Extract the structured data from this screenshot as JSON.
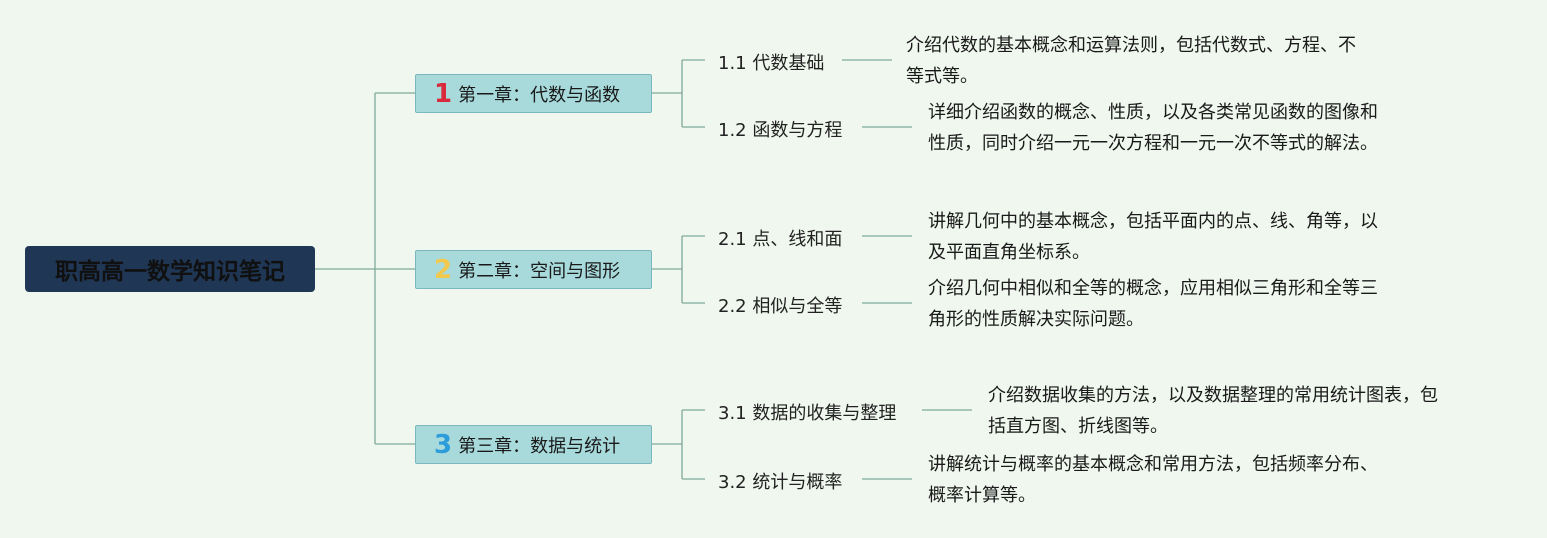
{
  "root": {
    "title": "职高高一数学知识笔记"
  },
  "chapters": [
    {
      "number": "1",
      "number_color": "#d9293c",
      "title": "第一章：代数与函数",
      "sections": [
        {
          "title": "1.1 代数基础",
          "desc": [
            "介绍代数的基本概念和运算法则，包括代数式、方程、不",
            "等式等。"
          ]
        },
        {
          "title": "1.2 函数与方程",
          "desc": [
            "详细介绍函数的概念、性质，以及各类常见函数的图像和",
            "性质，同时介绍一元一次方程和一元一次不等式的解法。"
          ]
        }
      ]
    },
    {
      "number": "2",
      "number_color": "#f2c94c",
      "title": "第二章：空间与图形",
      "sections": [
        {
          "title": "2.1 点、线和面",
          "desc": [
            "讲解几何中的基本概念，包括平面内的点、线、角等，以",
            "及平面直角坐标系。"
          ]
        },
        {
          "title": "2.2 相似与全等",
          "desc": [
            "介绍几何中相似和全等的概念，应用相似三角形和全等三",
            "角形的性质解决实际问题。"
          ]
        }
      ]
    },
    {
      "number": "3",
      "number_color": "#2d9cdb",
      "title": "第三章：数据与统计",
      "sections": [
        {
          "title": "3.1 数据的收集与整理",
          "desc": [
            "介绍数据收集的方法，以及数据整理的常用统计图表，包",
            "括直方图、折线图等。"
          ]
        },
        {
          "title": "3.2 统计与概率",
          "desc": [
            "讲解统计与概率的基本概念和常用方法，包括频率分布、",
            "概率计算等。"
          ]
        }
      ]
    }
  ]
}
